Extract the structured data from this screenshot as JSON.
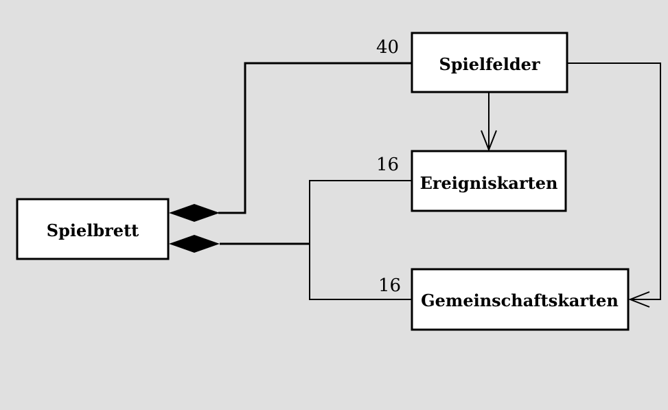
{
  "colors": {
    "background": "#e0e0e0",
    "box_fill": "#ffffff",
    "line": "#000000"
  },
  "classes": {
    "spielbrett": "Spielbrett",
    "spielfelder": "Spielfelder",
    "ereigniskarten": "Ereigniskarten",
    "gemeinschaftskarten": "Gemeinschaftskarten"
  },
  "multiplicities": {
    "spielfelder": "40",
    "ereigniskarten": "16",
    "gemeinschaftskarten": "16"
  }
}
